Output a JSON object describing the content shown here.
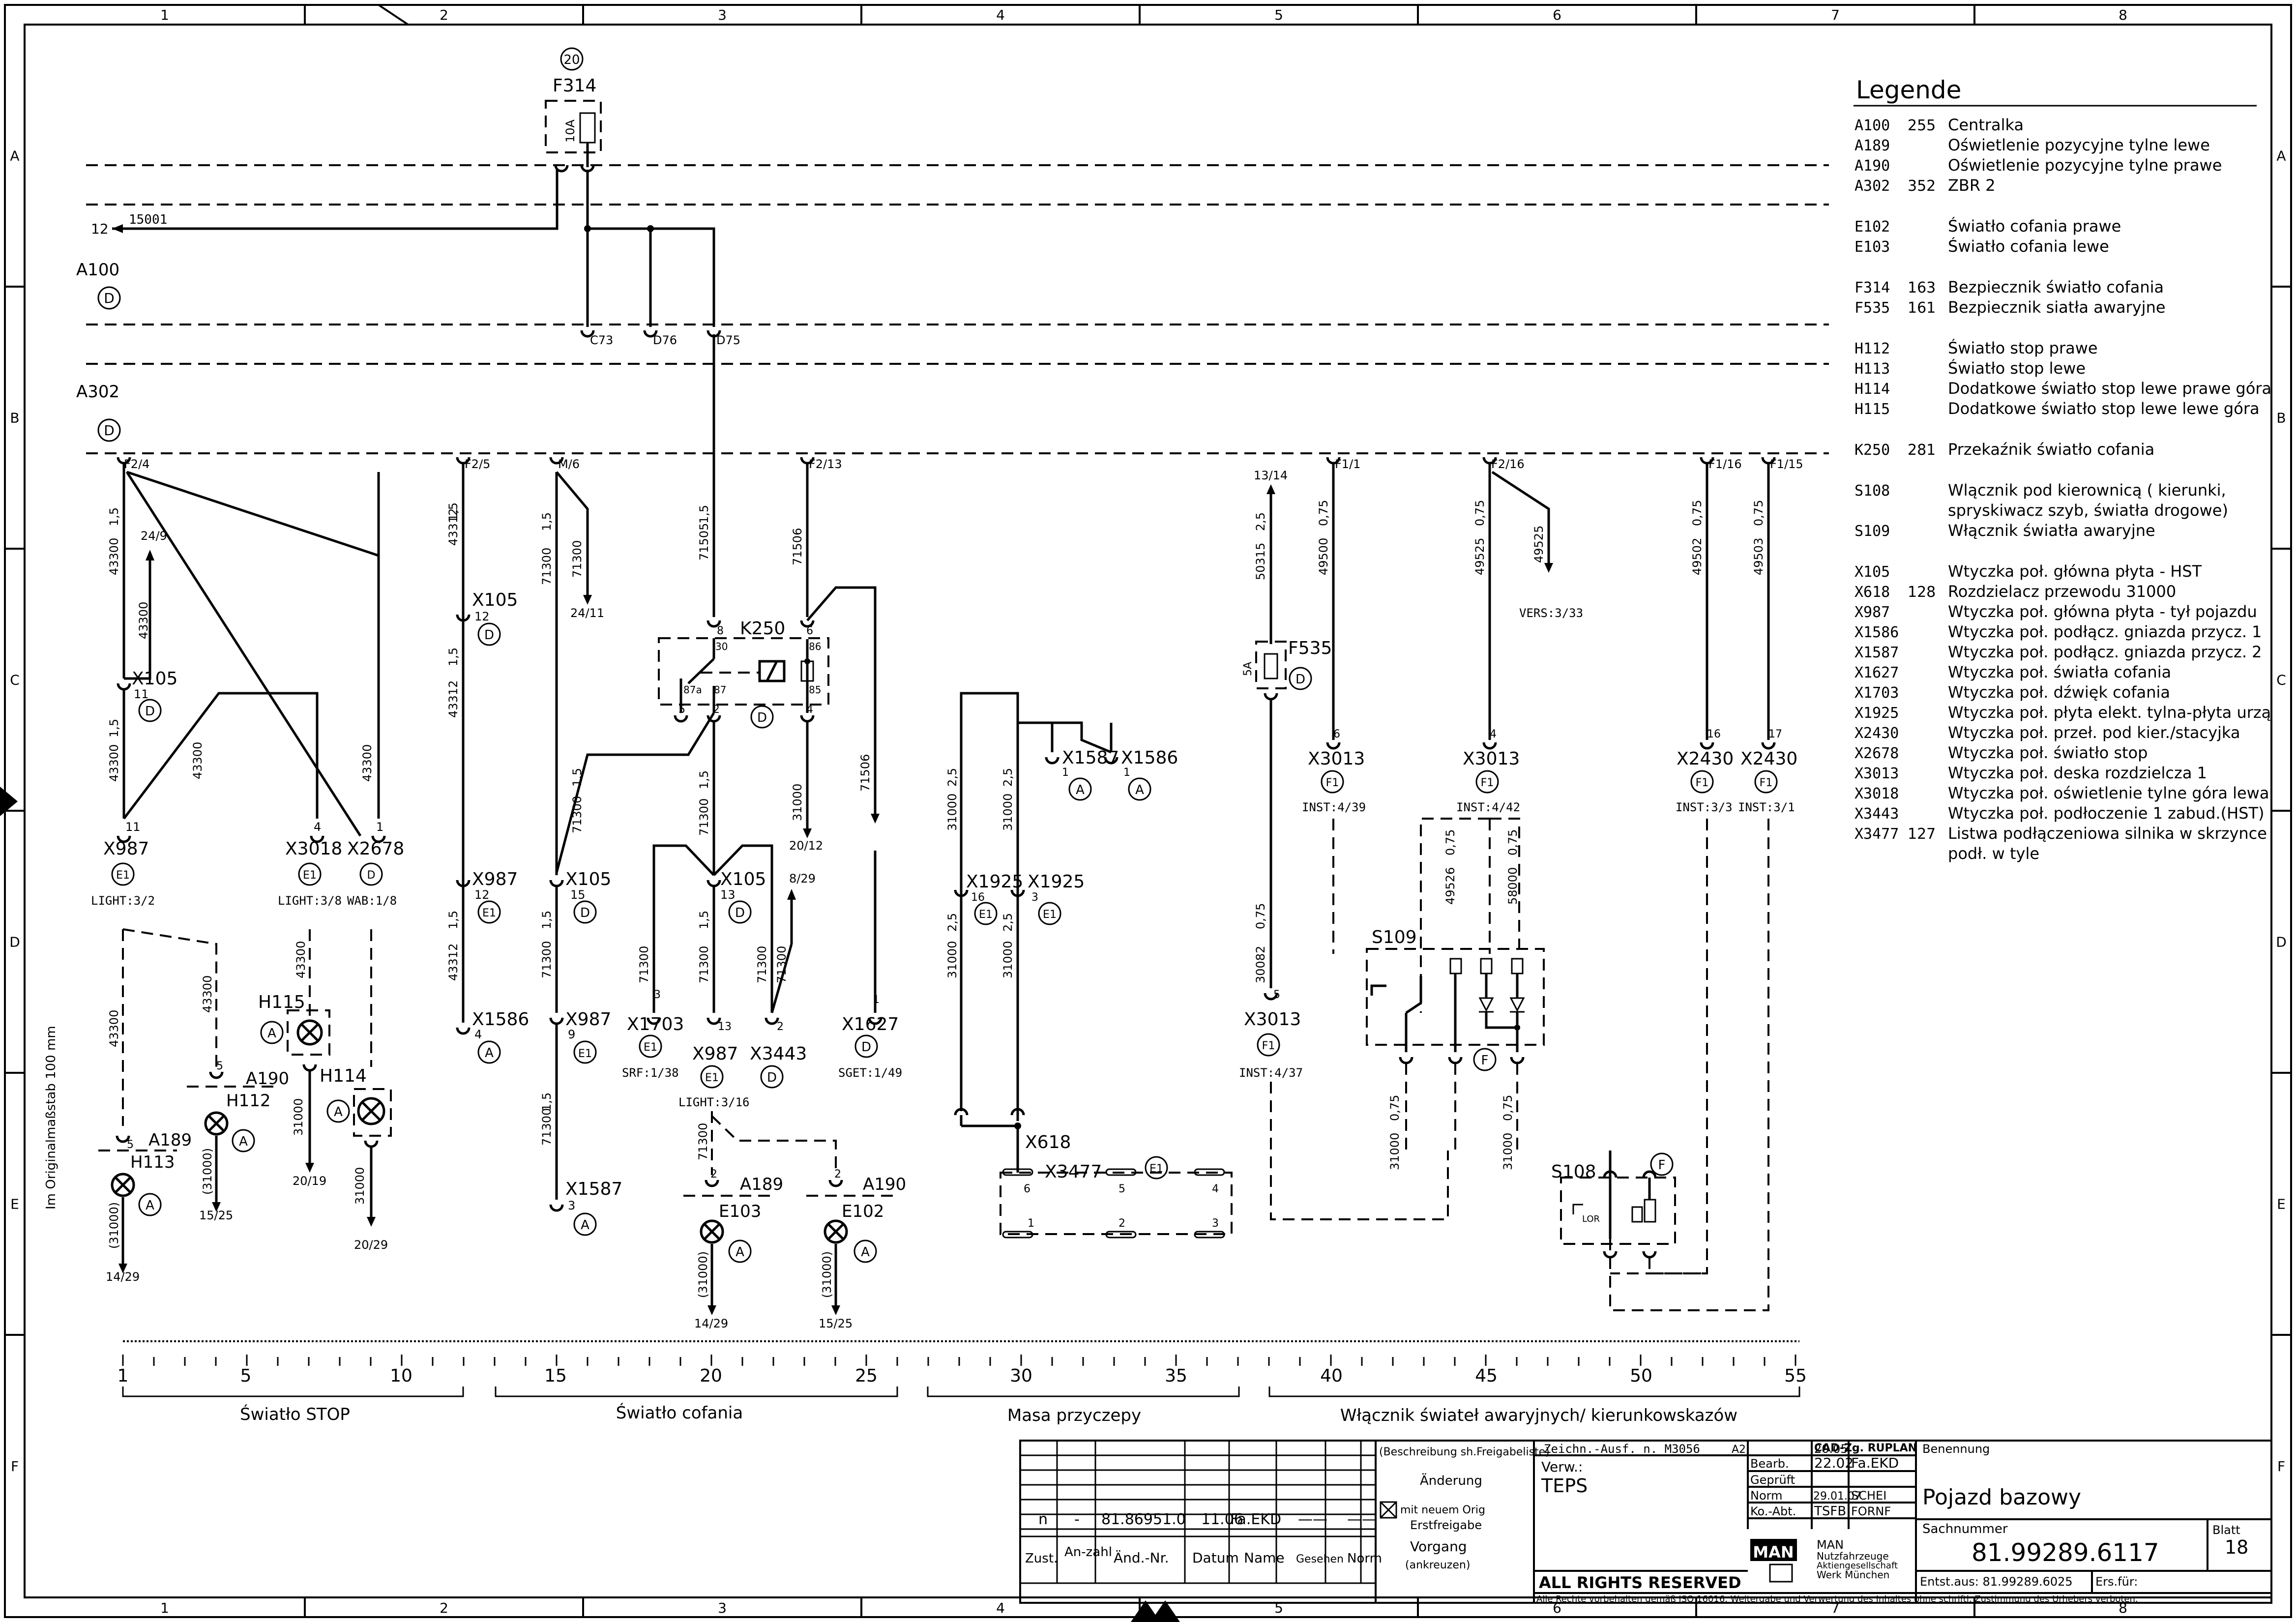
{
  "frame": {
    "columns": [
      "1",
      "2",
      "3",
      "4",
      "5",
      "6",
      "7",
      "8"
    ],
    "rows": [
      "A",
      "B",
      "C",
      "D",
      "E",
      "F"
    ],
    "margin_note": "Im Originalmaßstab 100 mm"
  },
  "modules": [
    {
      "ref": "A100",
      "letter": "D"
    },
    {
      "ref": "A302",
      "letter": "D"
    }
  ],
  "fuse_top": {
    "ref": "F314",
    "circle": "20",
    "rating": "10A"
  },
  "signals": {
    "feed": {
      "line": "15001",
      "dest": "12"
    },
    "a100_pins": [
      "C73",
      "D76",
      "D75"
    ],
    "a302_pins": [
      "F2/4",
      "F2/5",
      "M/6",
      "F2/13",
      "F1/1",
      "F2/16",
      "F1/16",
      "F1/15"
    ]
  },
  "wires": {
    "w43300": "43300",
    "w43312": "43312",
    "w71300": "71300",
    "w71505": "71505",
    "w71506": "71506",
    "w31000": "31000",
    "w50315": "50315",
    "w49500": "49500",
    "w49525": "49525",
    "w49502": "49502",
    "w49503": "49503",
    "w49526": "49526",
    "w58000": "58000",
    "w30082": "30082",
    "s15": "1,5",
    "s25": "2,5",
    "s075": "0,75",
    "w31000p": "(31000)"
  },
  "refs": {
    "r24_9": "24/9",
    "r24_11": "24/11",
    "r20_12": "20/12",
    "r8_29": "8/29",
    "r13_14": "13/14",
    "vers": "VERS:3/33",
    "r14_29": "14/29",
    "r15_25": "15/25",
    "r20_19": "20/19",
    "r20_29": "20/29",
    "light32": "LIGHT:3/2",
    "light38": "LIGHT:3/8",
    "wab": "WAB:1/8",
    "light316": "LIGHT:3/16",
    "srf": "SRF:1/38",
    "sget": "SGET:1/49",
    "inst439": "INST:4/39",
    "inst442": "INST:4/42",
    "inst33": "INST:3/3",
    "inst31": "INST:3/1",
    "inst437": "INST:4/37"
  },
  "components": {
    "K250": "K250",
    "F535": "F535",
    "F535_rating": "5A",
    "X105": "X105",
    "X987": "X987",
    "X3018": "X3018",
    "X2678": "X2678",
    "X1586": "X1586",
    "X1587": "X1587",
    "X1703": "X1703",
    "X3443": "X3443",
    "X1627": "X1627",
    "X1925": "X1925",
    "X618": "X618",
    "X3477": "X3477",
    "X3013": "X3013",
    "X2430": "X2430",
    "S109": "S109",
    "S108": "S108",
    "H115": "H115",
    "H112": "H112",
    "H114": "H114",
    "H113": "H113",
    "A189": "A189",
    "A190": "A190",
    "E103": "E103",
    "E102": "E102",
    "k_87a": "87a",
    "k_87": "87",
    "k_86": "86",
    "k_85": "85",
    "k_30": "30",
    "s108_or": "LOR"
  },
  "ruler": {
    "numbers": [
      "1",
      "5",
      "10",
      "15",
      "20",
      "25",
      "30",
      "35",
      "40",
      "45",
      "50",
      "55"
    ],
    "groups": [
      "Światło STOP",
      "Światło cofania",
      "Masa przyczepy",
      "Włącznik świateł awaryjnych/ kierunkowskazów"
    ]
  },
  "legend": {
    "title": "Legende",
    "entries": [
      {
        "code": "A100",
        "num": "255",
        "desc": "Centralka"
      },
      {
        "code": "A189",
        "num": "",
        "desc": "Oświetlenie pozycyjne tylne lewe"
      },
      {
        "code": "A190",
        "num": "",
        "desc": "Oświetlenie pozycyjne tylne prawe"
      },
      {
        "code": "A302",
        "num": "352",
        "desc": "ZBR 2"
      },
      {
        "code": "E102",
        "num": "",
        "desc": "Światło cofania prawe"
      },
      {
        "code": "E103",
        "num": "",
        "desc": "Światło cofania lewe"
      },
      {
        "code": "F314",
        "num": "163",
        "desc": "Bezpiecznik światło cofania"
      },
      {
        "code": "F535",
        "num": "161",
        "desc": "Bezpiecznik siatła awaryjne"
      },
      {
        "code": "H112",
        "num": "",
        "desc": "Światło stop prawe"
      },
      {
        "code": "H113",
        "num": "",
        "desc": "Światło stop lewe"
      },
      {
        "code": "H114",
        "num": "",
        "desc": "Dodatkowe światło stop lewe prawe góra"
      },
      {
        "code": "H115",
        "num": "",
        "desc": "Dodatkowe światło stop lewe lewe góra"
      },
      {
        "code": "K250",
        "num": "281",
        "desc": "Przekaźnik światło cofania"
      },
      {
        "code": "S108",
        "num": "",
        "desc": "Wlącznik pod kierownicą ( kierunki,"
      },
      {
        "code": "",
        "num": "",
        "desc": "spryskiwacz szyb, światła drogowe)"
      },
      {
        "code": "S109",
        "num": "",
        "desc": "Włącznik światła awaryjne"
      },
      {
        "code": "X105",
        "num": "",
        "desc": "Wtyczka poł. główna płyta - HST"
      },
      {
        "code": "X618",
        "num": "128",
        "desc": "Rozdzielacz przewodu 31000"
      },
      {
        "code": "X987",
        "num": "",
        "desc": "Wtyczka poł. główna płyta - tył pojazdu"
      },
      {
        "code": "X1586",
        "num": "",
        "desc": "Wtyczka poł. podłącz. gniazda przycz. 1"
      },
      {
        "code": "X1587",
        "num": "",
        "desc": "Wtyczka poł. podłącz. gniazda przycz. 2"
      },
      {
        "code": "X1627",
        "num": "",
        "desc": "Wtyczka poł. światła cofania"
      },
      {
        "code": "X1703",
        "num": "",
        "desc": "Wtyczka poł. dźwięk cofania"
      },
      {
        "code": "X1925",
        "num": "",
        "desc": "Wtyczka poł. płyta elekt. tylna-płyta urzą"
      },
      {
        "code": "X2430",
        "num": "",
        "desc": "Wtyczka poł. przeł. pod kier./stacyjka"
      },
      {
        "code": "X2678",
        "num": "",
        "desc": "Wtyczka poł. światło stop"
      },
      {
        "code": "X3013",
        "num": "",
        "desc": "Wtyczka poł. deska rozdzielcza 1"
      },
      {
        "code": "X3018",
        "num": "",
        "desc": "Wtyczka poł. oświetlenie tylne góra lewa"
      },
      {
        "code": "X3443",
        "num": "",
        "desc": "Wtyczka poł. podłoczenie 1 zabud.(HST)"
      },
      {
        "code": "X3477",
        "num": "127",
        "desc": "Listwa podłączeniowa silnika w skrzynce"
      },
      {
        "code": "",
        "num": "",
        "desc": "podł. w tyle"
      }
    ]
  },
  "title_block": {
    "rev_row": [
      "n",
      "-",
      "81.86951.0",
      "11.06",
      "Fa.EKD",
      "——",
      "——"
    ],
    "rev_headers": [
      "Zust.",
      "An-zahl",
      "Änd.-Nr.",
      "Datum",
      "Name",
      "Gesehen",
      "Norm"
    ],
    "beschreibung": "(Beschreibung sh.Freigabeliste)",
    "aenderung": "Änderung",
    "mit_neuem": "mit neuem Orig",
    "erstfreigabe": "Erstfreigabe",
    "vorgang": "Vorgang",
    "ankreuzen": "(ankreuzen)",
    "zeichn": "Zeichn.-Ausf. n. M3056",
    "format": "A2",
    "verw": "Verw.:",
    "teps": "TEPS",
    "roles": [
      "Bearb.",
      "Geprüft",
      "Norm",
      "Ko.-Abt."
    ],
    "dates": [
      "20.05",
      "22.02",
      "29.01.07",
      "TSFB"
    ],
    "cad": "CAD-Zg. RUPLAN",
    "names": [
      "Fa.EKD",
      "",
      "SCHEI",
      "FORNF"
    ],
    "benennung_label": "Benennung",
    "benennung": "Pojazd bazowy",
    "sachnummer_label": "Sachnummer",
    "sachnummer": "81.99289.6117",
    "blatt_label": "Blatt",
    "blatt": "18",
    "man_logo": "MAN",
    "company": [
      "MAN",
      "Nutzfahrzeuge",
      "Aktiengesellschaft",
      "Werk München"
    ],
    "entst": "Entst.aus: 81.99289.6025",
    "ers": "Ers.für:",
    "rights": "ALL RIGHTS RESERVED",
    "rights_note": "Alle Rechte vorbehalten gemäß ISO 16016. Weitergabe und Verwertung des Inhaltes ohne schriftl. Zustimmung des Urhebers verboten."
  }
}
